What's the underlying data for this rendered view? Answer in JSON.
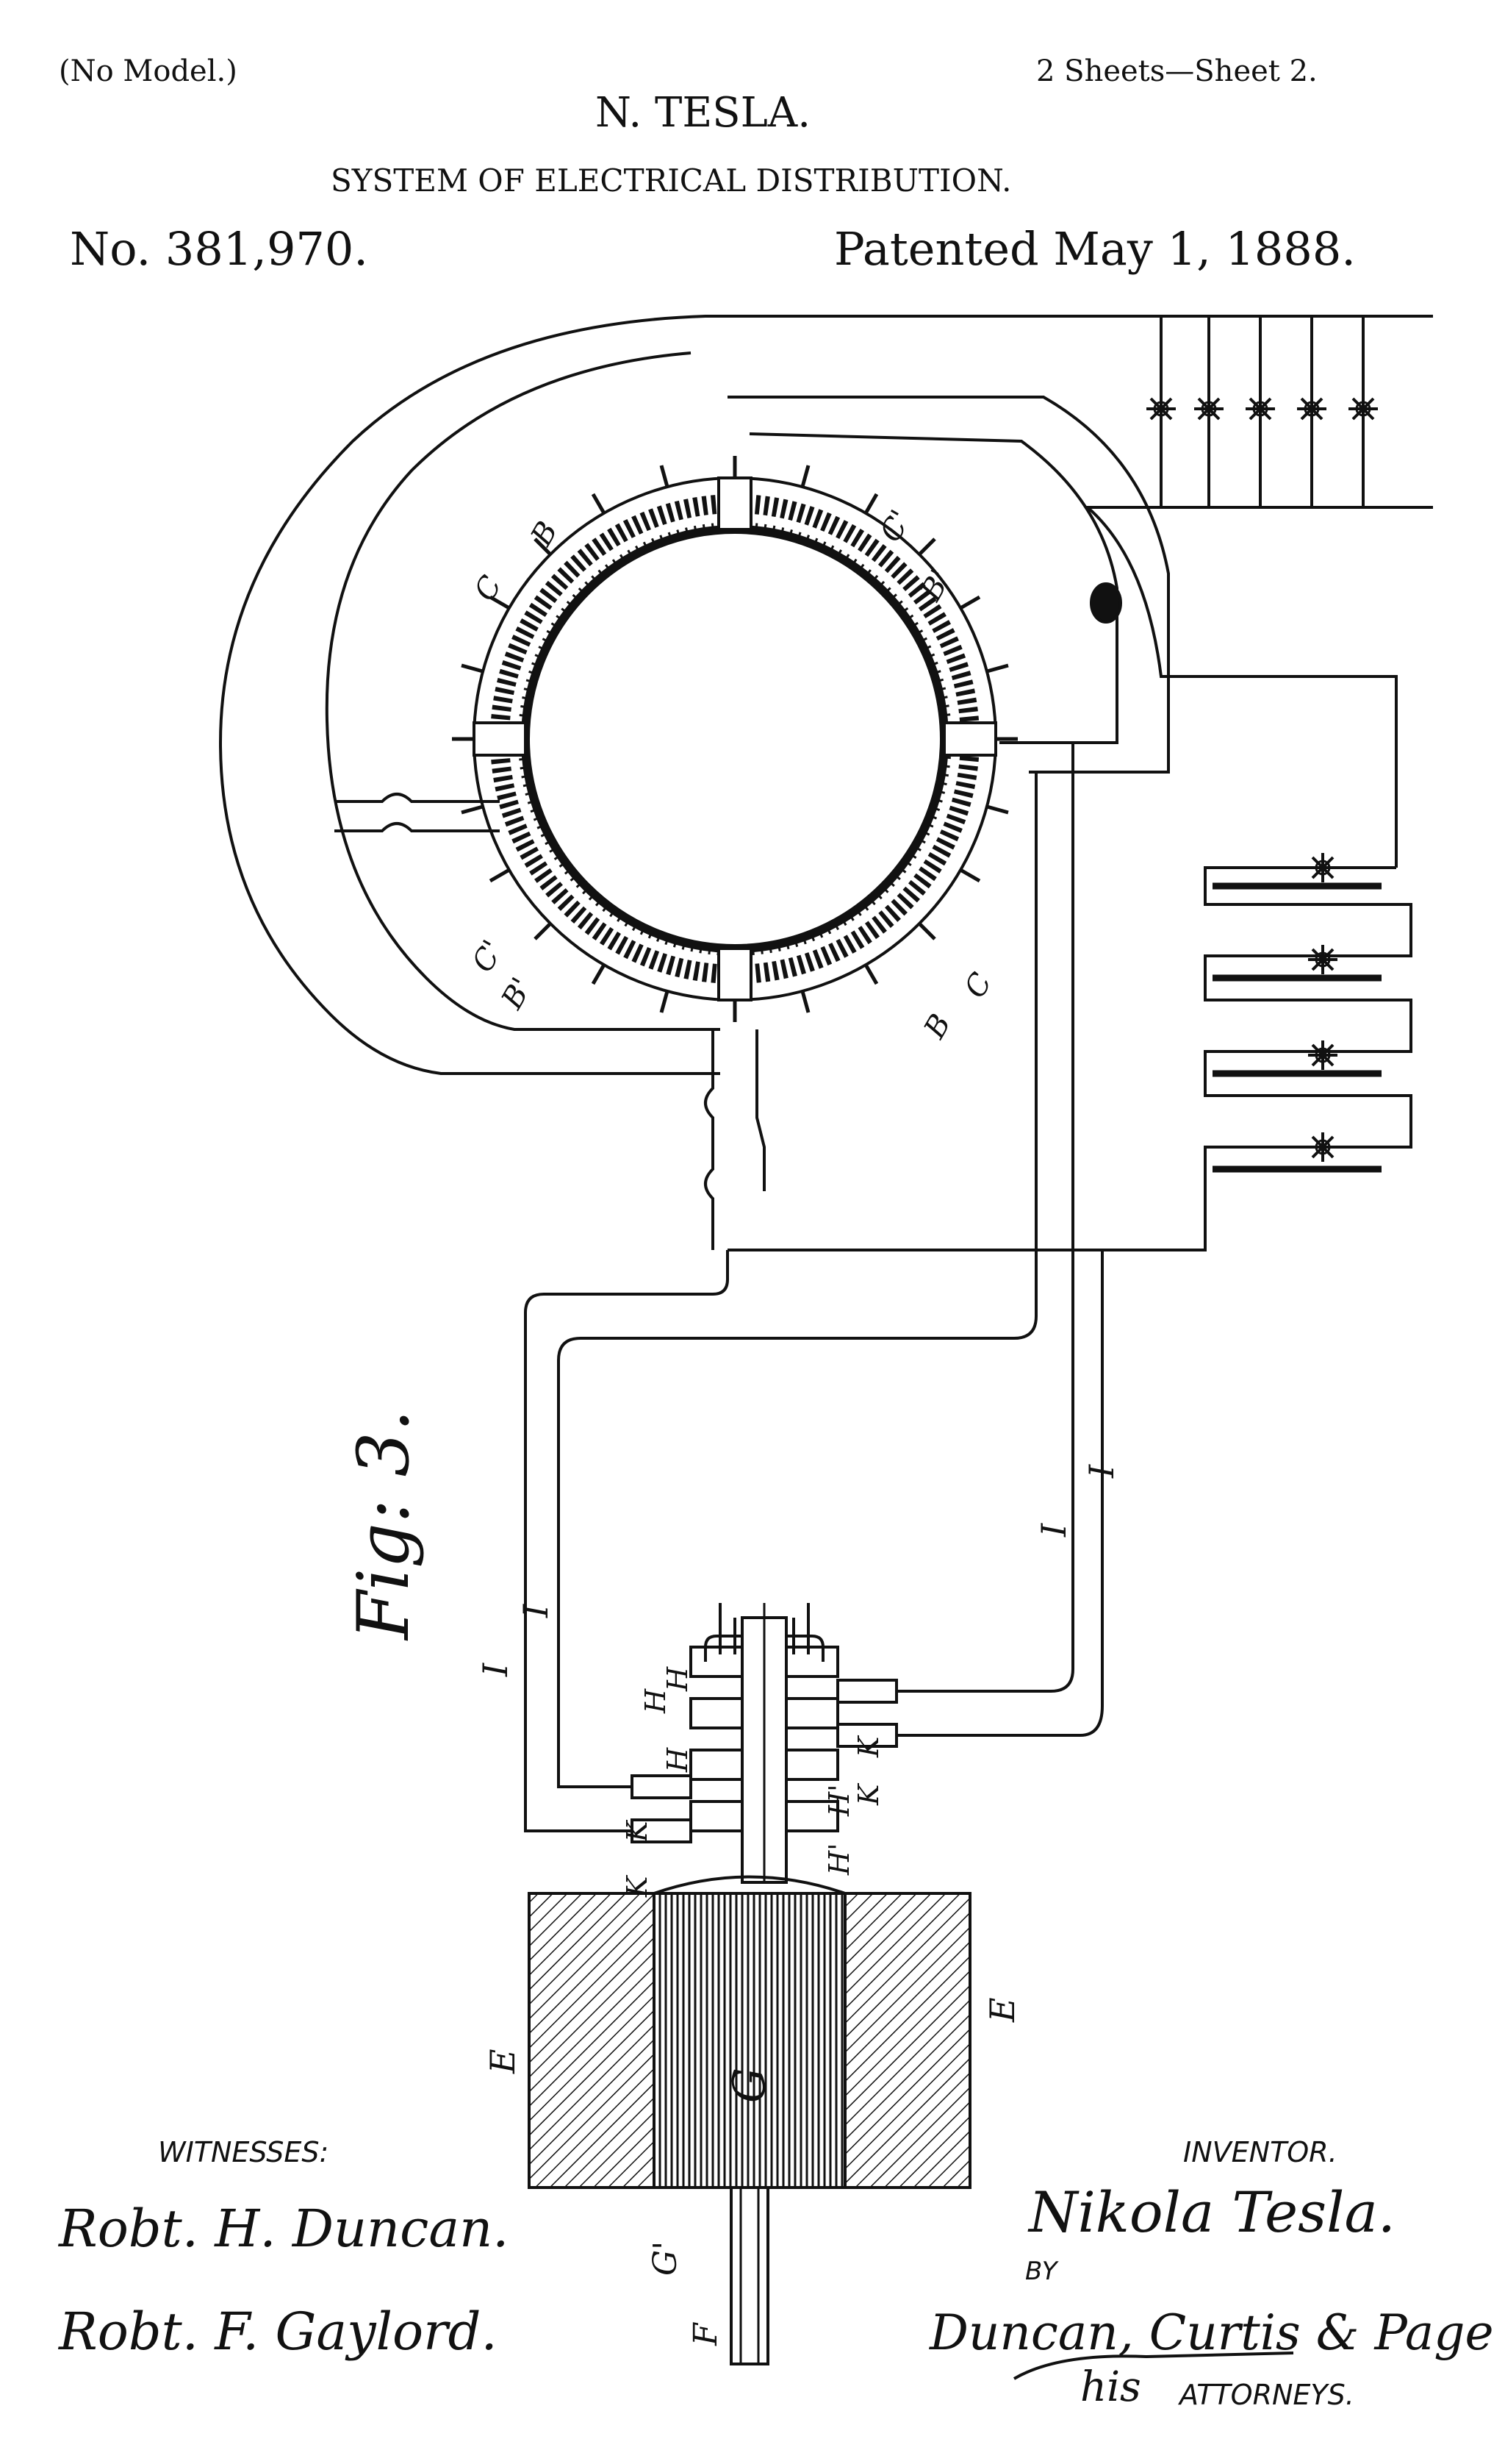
{
  "header": {
    "no_model": "(No Model.)",
    "sheets": "2 Sheets—Sheet 2.",
    "inventor_name": "N. TESLA.",
    "title": "SYSTEM OF ELECTRICAL DISTRIBUTION.",
    "patent_number": "No. 381,970.",
    "patent_date": "Patented May 1, 1888."
  },
  "figure": {
    "label": "Fig: 3.",
    "part_labels": {
      "B": "B",
      "B1": "B'",
      "C": "C",
      "C1": "C'",
      "I": "I",
      "H": "H",
      "H1": "H'",
      "K": "K",
      "E": "E",
      "G": "G",
      "G1": "G'",
      "F": "F"
    }
  },
  "footer": {
    "witnesses_label": "WITNESSES:",
    "witness_1": "Robt. H. Duncan.",
    "witness_2": "Robt. F. Gaylord.",
    "inventor_label": "INVENTOR.",
    "inventor_signature": "Nikola Tesla.",
    "by_label": "BY",
    "attorneys_signature": "Duncan, Curtis & Page",
    "his_label": "his",
    "attorneys_label": "ATTORNEYS."
  }
}
